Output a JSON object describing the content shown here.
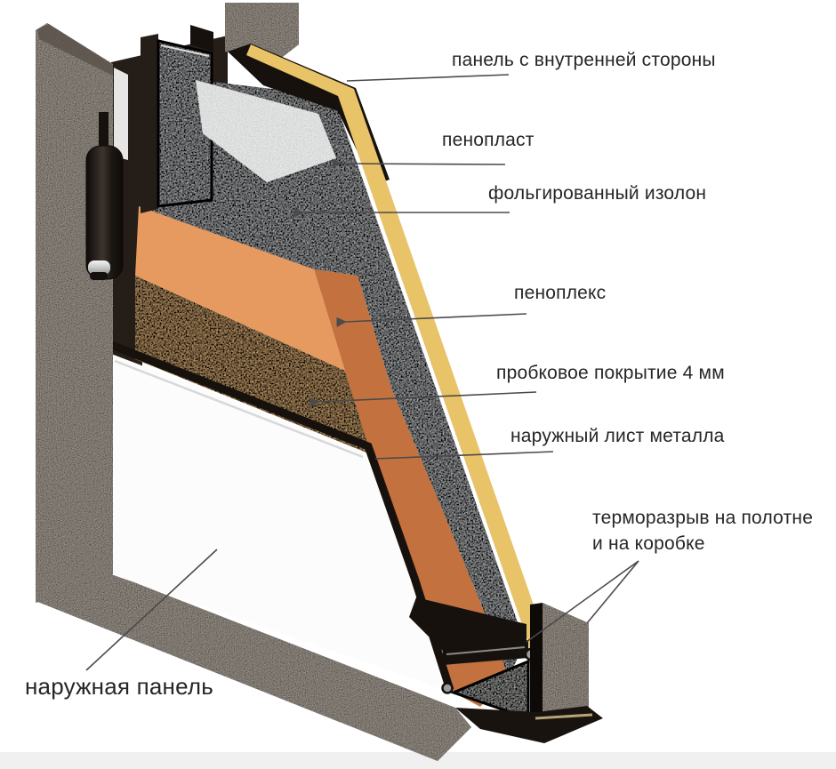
{
  "layers": [
    {
      "id": "inner-panel",
      "label": "панель с внутренней стороны",
      "color": "#e8c368"
    },
    {
      "id": "penoplast",
      "label": "пенопласт",
      "color": "#eff0ee"
    },
    {
      "id": "izolon",
      "label": "фольгированный изолон",
      "color": "#b7babc"
    },
    {
      "id": "penoplex",
      "label": "пеноплекс",
      "color": "#e69a60"
    },
    {
      "id": "cork",
      "label": "пробковое покрытие 4 мм",
      "color": "#d2a874"
    },
    {
      "id": "outer-metal-sheet",
      "label": "наружный лист металла",
      "color": "#17110d"
    },
    {
      "id": "outer-panel",
      "label": "наружная панель",
      "color": "#fcfcfc"
    }
  ],
  "annotations": {
    "thermal_break": {
      "line1": "терморазрыв на полотне",
      "line2": "и на коробке"
    }
  },
  "colors": {
    "background": "#ffffff",
    "frame_dark": "#241d18",
    "frame_black": "#17110d",
    "frame_highlight": "#5c544b",
    "inner_panel_yellow": "#e8c368",
    "foam_grey": "#b7babc",
    "foam_white": "#eff0ee",
    "penoplex_orange": "#e69a60",
    "penoplex_cut": "#c2713f",
    "cork_tan": "#d2a874",
    "metal_grey": "#a9a9a7",
    "outer_panel_white": "#fcfcfc",
    "leader_line": "#4b4b4b",
    "label_text": "#262626",
    "footer_strip": "#f0f0f1"
  }
}
